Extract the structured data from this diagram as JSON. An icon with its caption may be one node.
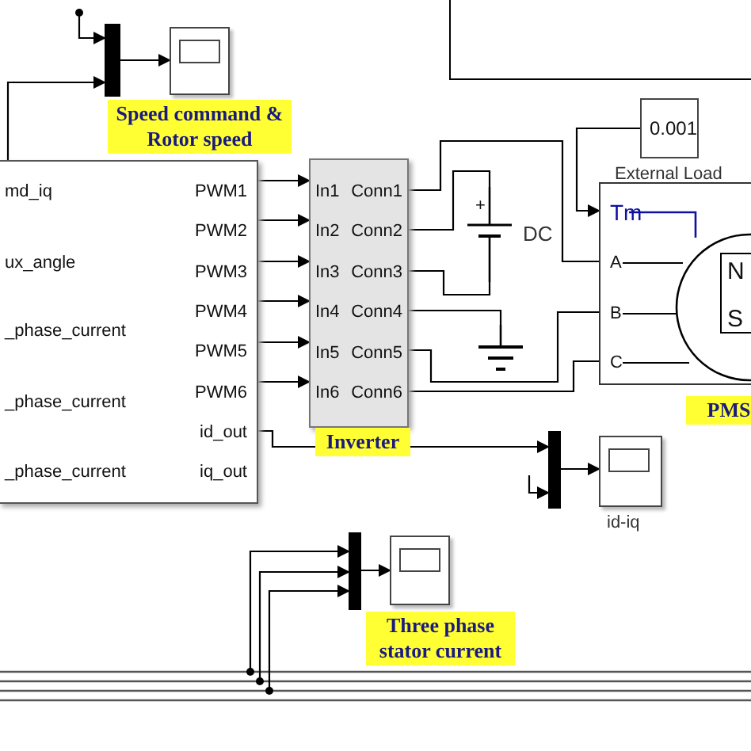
{
  "diagram": {
    "nodes": [
      {
        "text": [],
        "shape": "bar"
      },
      {
        "text": [],
        "shape": "box",
        "beside": [
          "Speed command & Rotor speed"
        ]
      },
      {
        "text": [
          "md_iq",
          "ux_angle",
          "_phase_current",
          "_phase_current",
          "_phase_current",
          "PWM1",
          "PWM2",
          "PWM3",
          "PWM4",
          "PWM5",
          "PWM6",
          "id_out",
          "iq_out"
        ]
      },
      {
        "text": [
          "In1",
          "Conn1",
          "In2",
          "Conn2",
          "In3",
          "Conn3",
          "In4",
          "Conn4",
          "In5",
          "Conn5",
          "In6",
          "Conn6"
        ],
        "beside": [
          "Inverter"
        ]
      },
      {
        "text": [
          "+"
        ],
        "beside": [
          "DC"
        ]
      },
      {
        "text": [],
        "shape": "ground"
      },
      {
        "text": [
          "0.001"
        ]
      },
      {
        "text": [
          "Tm",
          "A",
          "B",
          "C",
          "N",
          "S"
        ],
        "beside": [
          "External Load",
          "PMS"
        ]
      },
      {
        "text": [],
        "shape": "bar"
      },
      {
        "text": [],
        "shape": "box",
        "beside": [
          "id-iq"
        ]
      },
      {
        "text": [],
        "shape": "bar"
      },
      {
        "text": [],
        "shape": "box",
        "beside": [
          "Three phase stator current"
        ]
      }
    ],
    "edges": [
      {
        "from": null,
        "to": 0,
        "arrow": "to"
      },
      {
        "from": 2,
        "to": 0,
        "arrow": "to"
      },
      {
        "from": 0,
        "to": 1,
        "arrow": "to"
      },
      {
        "from": 2,
        "to": 3,
        "arrow": "to"
      },
      {
        "from": 2,
        "to": 3,
        "arrow": "to"
      },
      {
        "from": 2,
        "to": 3,
        "arrow": "to"
      },
      {
        "from": 2,
        "to": 3,
        "arrow": "to"
      },
      {
        "from": 2,
        "to": 3,
        "arrow": "to"
      },
      {
        "from": 2,
        "to": 3,
        "arrow": "to"
      },
      {
        "from": 3,
        "to": 7,
        "arrow": "none"
      },
      {
        "from": 3,
        "to": 4,
        "arrow": "none"
      },
      {
        "from": 3,
        "to": 4,
        "arrow": "none"
      },
      {
        "from": 3,
        "to": 5,
        "arrow": "none"
      },
      {
        "from": 3,
        "to": 7,
        "arrow": "none"
      },
      {
        "from": 3,
        "to": 7,
        "arrow": "none"
      },
      {
        "from": 6,
        "to": 7,
        "arrow": "to"
      },
      {
        "from": 2,
        "to": 8,
        "arrow": "to"
      },
      {
        "from": null,
        "to": 8,
        "arrow": "to"
      },
      {
        "from": 8,
        "to": 9,
        "arrow": "to"
      },
      {
        "from": null,
        "to": 10,
        "arrow": "to"
      },
      {
        "from": null,
        "to": 10,
        "arrow": "to"
      },
      {
        "from": null,
        "to": 10,
        "arrow": "to"
      },
      {
        "from": 10,
        "to": 11,
        "arrow": "to"
      }
    ]
  }
}
